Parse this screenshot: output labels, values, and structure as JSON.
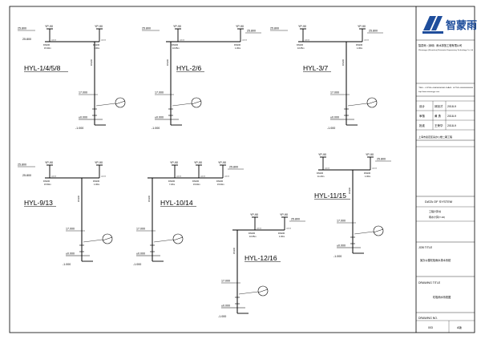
{
  "diagrams": [
    {
      "label": "HYL-1/4/5/8",
      "roof_left": "25.800",
      "roof_right": "",
      "roof_mid": "25.800",
      "hoppers": [
        "YP-90",
        "YP-90"
      ],
      "pipe_labels": [
        "DN100",
        "DN100"
      ],
      "pipe_lengths": [
        "15.30m",
        "1.00m"
      ],
      "slope_marks": [
        "i=0.01",
        "i=0.01"
      ],
      "riser_label": "DN100",
      "mid_level": "17.000",
      "bottom_level": "±0.000",
      "below_level": "-1.000"
    },
    {
      "label": "HYL-2/6",
      "roof_left": "25.800",
      "roof_right": "25.800",
      "roof_mid": "",
      "hoppers": [
        "YP-90",
        "YP-90"
      ],
      "pipe_labels": [
        "DN100",
        "DN100"
      ],
      "pipe_lengths": [
        "10.65m",
        "1.00m"
      ],
      "slope_marks": [
        "i=0.01",
        "i=0.01"
      ],
      "riser_label": "DN100",
      "mid_level": "17.000",
      "bottom_level": "±0.000",
      "below_level": "-1.000"
    },
    {
      "label": "HYL-3/7",
      "roof_left": "25.800",
      "roof_right": "25.800",
      "roof_mid": "",
      "hoppers": [
        "YP-90",
        "YP-90"
      ],
      "pipe_labels": [
        "DN100",
        "DN100"
      ],
      "pipe_lengths": [
        "10.65m",
        "1.00m"
      ],
      "slope_marks": [
        "i=0.01",
        "i=0.01"
      ],
      "riser_label": "DN100",
      "mid_level": "17.000",
      "bottom_level": "±0.000",
      "below_level": "-1.000"
    },
    {
      "label": "HYL-9/13",
      "roof_left": "25.800",
      "roof_right": "",
      "roof_mid": "25.800",
      "hoppers": [
        "YP-90",
        "YP-90"
      ],
      "pipe_labels": [
        "DN100",
        "DN100"
      ],
      "pipe_lengths": [
        "15.50m",
        "1.00m"
      ],
      "slope_marks": [
        "i=0.01",
        "i=0.01"
      ],
      "riser_label": "DN100",
      "mid_level": "17.000",
      "bottom_level": "±0.000",
      "below_level": "-1.000"
    },
    {
      "label": "HYL-10/14",
      "roof_left": "",
      "roof_right": "25.800",
      "roof_mid": "",
      "hoppers": [
        "YP-90",
        "YP-90",
        "YP-90"
      ],
      "pipe_labels": [
        "DN100",
        "DN100",
        "DN100"
      ],
      "pipe_lengths": [
        "7.20m",
        "15.00m",
        "15.00m"
      ],
      "slope_marks": [
        "i=0.01",
        "i=0.01",
        "i=0.01"
      ],
      "riser_label": "DN100",
      "mid_level": "17.000",
      "bottom_level": "±0.000",
      "below_level": "-1.000"
    },
    {
      "label": "HYL-12/16",
      "roof_left": "",
      "roof_right": "25.800",
      "roof_mid": "",
      "hoppers": [
        "YP-90",
        "YP-90"
      ],
      "pipe_labels": [
        "DN100",
        "DN100"
      ],
      "pipe_lengths": [
        "10.65m",
        "1.00m"
      ],
      "slope_marks": [
        "i=0.01",
        "i=0.01"
      ],
      "riser_label": "DN100",
      "mid_level": "17.000",
      "bottom_level": "±0.000",
      "below_level": "-1.000"
    },
    {
      "label": "HYL-11/15",
      "roof_left": "",
      "roof_right": "25.800",
      "roof_mid": "",
      "hoppers": [
        "YP-90",
        "YP-90"
      ],
      "pipe_labels": [
        "DN100",
        "DN100"
      ],
      "pipe_lengths": [
        "11.20m",
        "1.00m"
      ],
      "slope_marks": [
        "i=0.01",
        "i=0.01"
      ],
      "riser_label": "DN100",
      "mid_level": "17.000",
      "bottom_level": "±0.000",
      "below_level": "-1.000"
    }
  ],
  "title_block": {
    "logo_text": "智蒙雨",
    "company_cn": "智蒙雨（深圳）雨水排放工程有限公司",
    "company_en": "Zhimengyu (Shenzhen) Rainwater Engineering Technology Co.,Ltd",
    "contact_1": "TEL: 0755-00000000  FAX: 0755-00000000",
    "contact_2": "http://www.zhimengyu.com",
    "signatures": [
      {
        "role": "设计",
        "name": "邱剑才",
        "date": "2018-9"
      },
      {
        "role": "审核",
        "name": "黄 勇",
        "date": "2018-9"
      },
      {
        "role": "批准",
        "name": "王荣华",
        "date": "2018-9"
      }
    ],
    "project_line": "上海市嘉定区某办公楼二期工程",
    "data_of_system_title": "DATA OF SYSTEM",
    "data_rows": [
      "工程计算书",
      "雨水计算(Y-02)"
    ],
    "job_title_label": "JOB TITLE",
    "job_title_value": "某办公楼虹吸雨水排水系统",
    "drawing_title_label": "DRAWING TITLE",
    "drawing_title_value": "虹吸雨水系统图",
    "drawing_no_label": "DRAWING NO.",
    "drawing_no_value": "003",
    "rev_value": "A版"
  },
  "colors": {
    "line": "#000000",
    "accent": "#1f4e9c",
    "paper": "#ffffff"
  }
}
